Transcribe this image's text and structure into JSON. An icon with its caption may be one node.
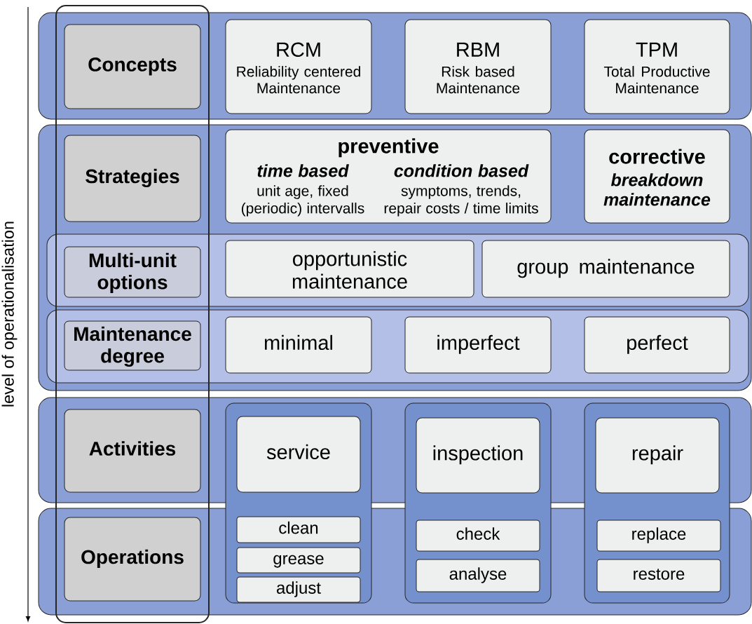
{
  "diagram": {
    "nodes": [
      {
        "text": [],
        "shape": "box"
      },
      {
        "text": [
          "Concepts"
        ]
      },
      {
        "text": [
          "RCM",
          "Reliability centered Maintenance"
        ],
        "in": 0
      },
      {
        "text": [
          "RBM",
          "Risk based Maintenance"
        ],
        "in": 0
      },
      {
        "text": [
          "TPM",
          "Total Productive Maintenance"
        ],
        "in": 0
      },
      {
        "text": [],
        "shape": "box"
      },
      {
        "text": [
          "Strategies"
        ]
      },
      {
        "text": [
          "preventive",
          "time based",
          "unit age, fixed (periodic) intervalls",
          "condition based",
          "symptoms, trends, repair costs / time limits"
        ],
        "in": 5
      },
      {
        "text": [
          "corrective",
          "breakdown maintenance"
        ],
        "in": 5
      },
      {
        "text": [],
        "shape": "box",
        "in": 5
      },
      {
        "text": [
          "Multi-unit options"
        ]
      },
      {
        "text": [
          "opportunistic maintenance"
        ],
        "in": 9
      },
      {
        "text": [
          "group maintenance"
        ],
        "in": 9
      },
      {
        "text": [],
        "shape": "box",
        "in": 5
      },
      {
        "text": [
          "Maintenance degree"
        ]
      },
      {
        "text": [
          "minimal"
        ],
        "in": 13
      },
      {
        "text": [
          "imperfect"
        ],
        "in": 13
      },
      {
        "text": [
          "perfect"
        ],
        "in": 13
      },
      {
        "text": [],
        "shape": "box"
      },
      {
        "text": [
          "Activities"
        ]
      },
      {
        "text": [],
        "shape": "box"
      },
      {
        "text": [
          "Operations"
        ]
      },
      {
        "text": [],
        "shape": "box"
      },
      {
        "text": [
          "service"
        ]
      },
      {
        "text": [
          "clean"
        ]
      },
      {
        "text": [
          "grease"
        ]
      },
      {
        "text": [
          "adjust"
        ]
      },
      {
        "text": [],
        "shape": "box"
      },
      {
        "text": [
          "inspection"
        ]
      },
      {
        "text": [
          "check"
        ]
      },
      {
        "text": [
          "analyse"
        ]
      },
      {
        "text": [],
        "shape": "box"
      },
      {
        "text": [
          "repair"
        ]
      },
      {
        "text": [
          "replace"
        ]
      },
      {
        "text": [
          "restore"
        ]
      },
      {
        "text": [],
        "shape": "box"
      }
    ],
    "labels": [
      "level of operationalisation"
    ]
  }
}
